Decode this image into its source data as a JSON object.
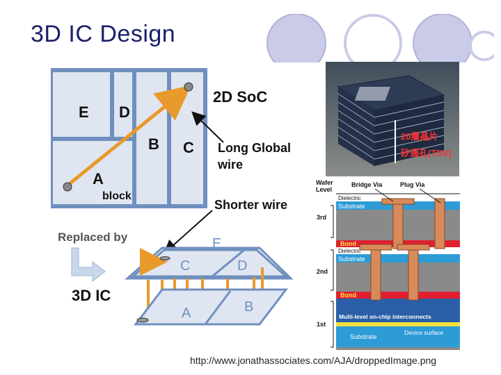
{
  "slide": {
    "title": "3D IC Design",
    "source_url": "http://www.jonathassociates.com/AJA/droppedImage.png"
  },
  "diagram_2d": {
    "blocks": [
      "E",
      "D",
      "B",
      "C",
      "A"
    ],
    "block_label": "block",
    "soc_label": "2D SoC",
    "wire_label_1": "Long Global",
    "wire_label_2": "wire",
    "replaced_label": "Replaced by",
    "shorter_label": "Shorter wire",
    "ic3d_label": "3D IC",
    "top_layer": [
      "E",
      "C",
      "D"
    ],
    "bottom_layer": [
      "A",
      "B"
    ]
  },
  "photo": {
    "caption_1": "20層晶片",
    "caption_2": "矽通孔(TSV)"
  },
  "cross_section": {
    "wafer_label_1": "Wafer",
    "wafer_label_2": "Level",
    "bridge_via": "Bridge Via",
    "plug_via": "Plug Via",
    "dielectric": "Dielectric",
    "substrate": "Substrate",
    "bond": "Bond",
    "level_3": "3rd",
    "level_2": "2nd",
    "level_1": "1st",
    "multilevel": "Multi-level on-chip interconnects",
    "device_surface": "Device surface"
  },
  "colors": {
    "title": "#1a1f6b",
    "panel": "#6f8fbf",
    "wire": "#e89a2c",
    "deco_circle": "#c9cbe8"
  }
}
